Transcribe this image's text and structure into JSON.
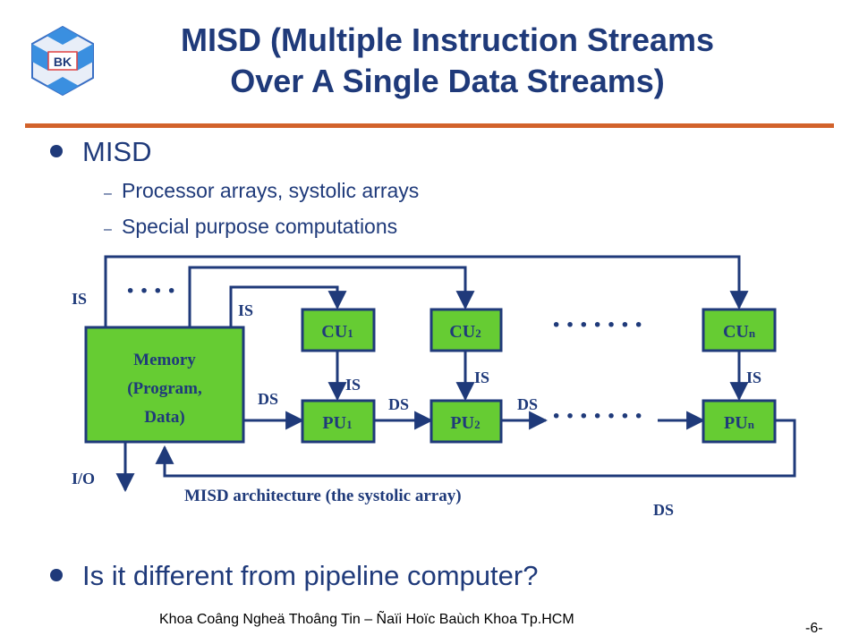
{
  "slide": {
    "title_line1": "MISD (Multiple Instruction Streams",
    "title_line2": "Over A Single Data Streams)",
    "logo_text": "BK",
    "bullet1": "MISD",
    "sub1": "Processor arrays, systolic arrays",
    "sub2": "Special purpose computations",
    "bullet2": "Is it different from pipeline computer?",
    "footer": "Khoa Coâng Ngheä Thoâng Tin – Ñaïi Hoïc Baùch Khoa Tp.HCM",
    "page": "-6-"
  },
  "diagram": {
    "memory": [
      "Memory",
      "(Program,",
      "Data)"
    ],
    "cu1": "CU",
    "cu1_sub": "1",
    "cu2": "CU",
    "cu2_sub": "2",
    "cun": "CU",
    "cun_sub": "n",
    "pu1": "PU",
    "pu1_sub": "1",
    "pu2": "PU",
    "pu2_sub": "2",
    "pun": "PU",
    "pun_sub": "n",
    "is_label": "IS",
    "ds_label": "DS",
    "io_label": "I/O",
    "caption": "MISD architecture (the systolic array)",
    "dots_short": "····",
    "dots_long": "·······",
    "color": "#1f3a7a",
    "memory_fill": "#66cc33"
  }
}
